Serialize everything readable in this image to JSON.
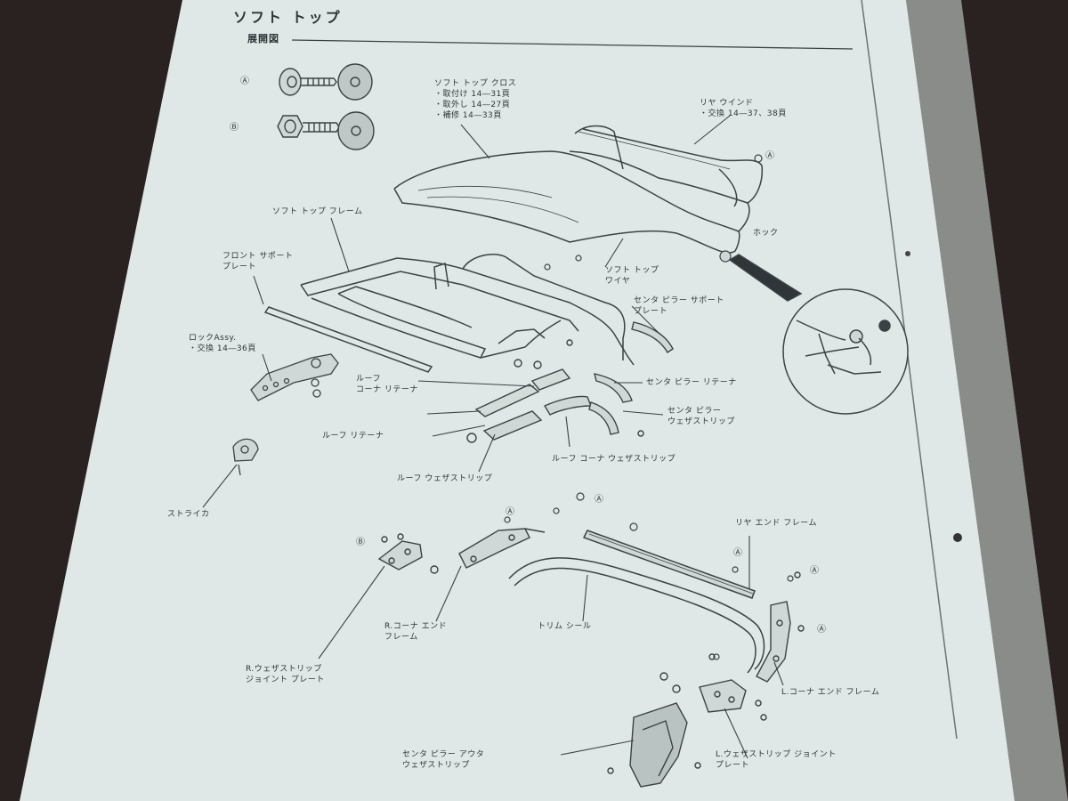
{
  "page": {
    "title": "ソフト トップ",
    "subtitle": "展開図"
  },
  "markers": {
    "a": "Ⓐ",
    "b": "Ⓑ"
  },
  "labels": {
    "soft_top_cloth": {
      "title": "ソフト トップ クロス",
      "lines": [
        "・取付け 14―31頁",
        "・取外し 14―27頁",
        "・補修 14―33頁"
      ]
    },
    "rear_window": {
      "title": "リヤ ウインド",
      "lines": [
        "・交換 14―37、38頁"
      ]
    },
    "soft_top_frame": "ソフト トップ フレーム",
    "front_support_plate": [
      "フロント サポート",
      "プレート"
    ],
    "hook": "ホック",
    "soft_top_wire": [
      "ソフト トップ",
      "ワイヤ"
    ],
    "center_pillar_support_plate": [
      "センタ ピラー サポート",
      "プレート"
    ],
    "lock_assy": [
      "ロックAssy.",
      "・交換 14―36頁"
    ],
    "roof_corner_retainer": [
      "ルーフ",
      "コーナ リテーナ"
    ],
    "center_pillar_retainer": "センタ ピラー リテーナ",
    "center_pillar_weatherstrip": [
      "センタ ピラー",
      "ウェザストリップ"
    ],
    "roof_retainer": "ルーフ リテーナ",
    "roof_corner_weatherstrip": "ルーフ コーナ ウェザストリップ",
    "roof_weatherstrip": "ルーフ ウェザストリップ",
    "striker": "ストライカ",
    "rear_end_frame": "リヤ エンド フレーム",
    "r_corner_end_frame": [
      "R.コーナ エンド",
      "フレーム"
    ],
    "trim_seal": "トリム シール",
    "r_weatherstrip_joint_plate": [
      "R.ウェザストリップ",
      "ジョイント プレート"
    ],
    "l_corner_end_frame": "L.コーナ エンド フレーム",
    "center_pillar_outer_weatherstrip": [
      "センタ ピラー アウタ",
      "ウェザストリップ"
    ],
    "l_weatherstrip_joint_plate": [
      "L.ウェザストリップ ジョイント",
      "プレート"
    ]
  }
}
